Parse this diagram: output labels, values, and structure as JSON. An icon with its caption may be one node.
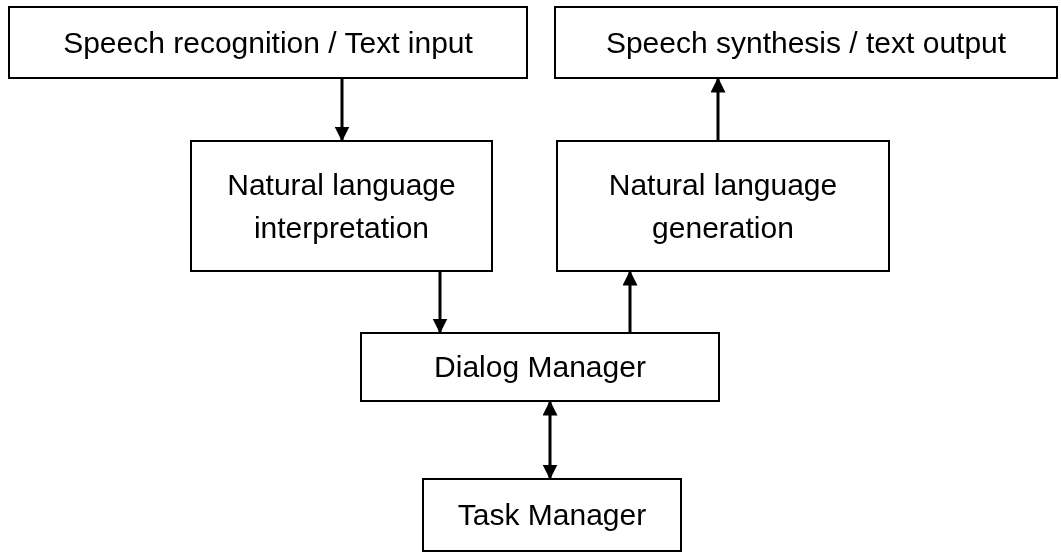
{
  "diagram": {
    "nodes": [
      {
        "text": [
          "Speech recognition / Text input"
        ]
      },
      {
        "text": [
          "Speech synthesis / text output"
        ]
      },
      {
        "text": [
          "Natural language interpretation"
        ]
      },
      {
        "text": [
          "Natural language generation"
        ]
      },
      {
        "text": [
          "Dialog Manager"
        ]
      },
      {
        "text": [
          "Task Manager"
        ]
      }
    ],
    "edges": [
      {
        "from": 0,
        "to": 2,
        "arrow": "to"
      },
      {
        "from": 2,
        "to": 4,
        "arrow": "to"
      },
      {
        "from": 4,
        "to": 3,
        "arrow": "to"
      },
      {
        "from": 3,
        "to": 1,
        "arrow": "to"
      },
      {
        "from": 4,
        "to": 5,
        "arrow": "both"
      }
    ]
  }
}
